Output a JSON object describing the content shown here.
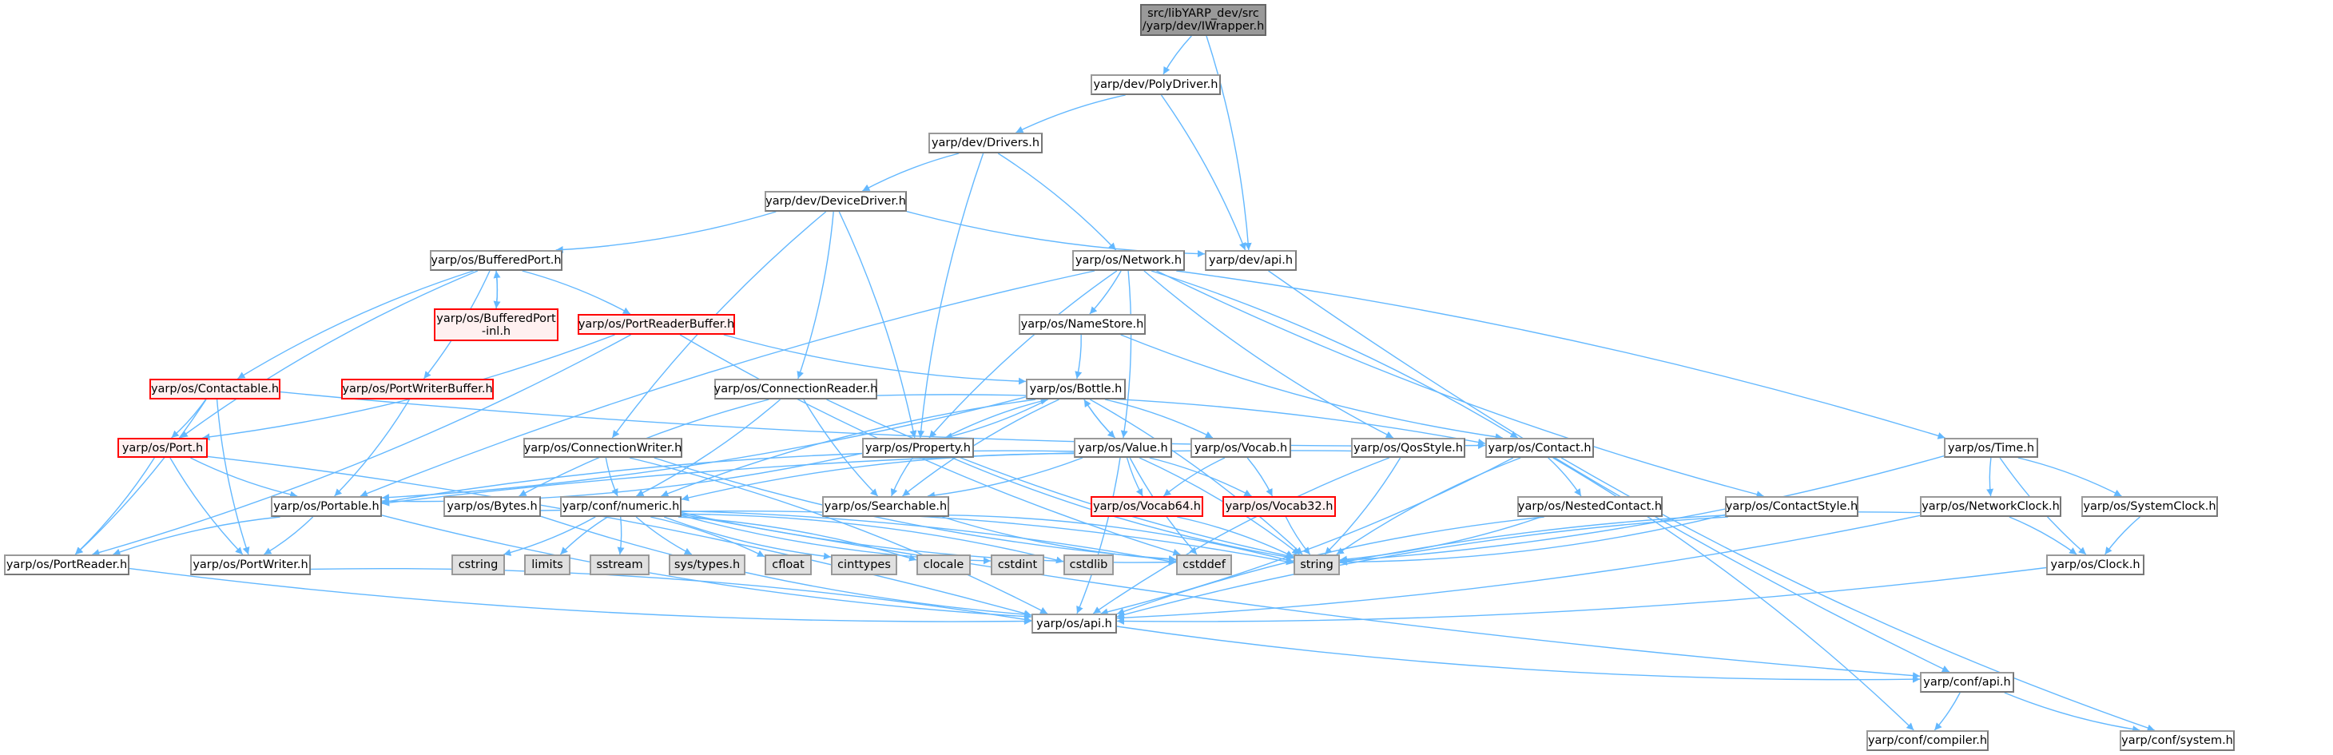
{
  "title": "Include dependency graph for IWrapper.h",
  "colors": {
    "edge": "#63b8ff",
    "root_fill": "#999999",
    "missing_border": "#ff0000",
    "missing_fill": "#fff0f0",
    "system_fill": "#e0e0e0",
    "node_border": "#999999"
  },
  "nodes": {
    "iwrapper": {
      "label": "src/libYARP_dev/src\n/yarp/dev/IWrapper.h",
      "kind": "root"
    },
    "polydriver": {
      "label": "yarp/dev/PolyDriver.h",
      "kind": "normal"
    },
    "drivers": {
      "label": "yarp/dev/Drivers.h",
      "kind": "normal"
    },
    "devicedriver": {
      "label": "yarp/dev/DeviceDriver.h",
      "kind": "normal"
    },
    "devapi": {
      "label": "yarp/dev/api.h",
      "kind": "normal"
    },
    "bufferedport": {
      "label": "yarp/os/BufferedPort.h",
      "kind": "normal"
    },
    "network": {
      "label": "yarp/os/Network.h",
      "kind": "normal"
    },
    "bufferedportinl": {
      "label": "yarp/os/BufferedPort\n-inl.h",
      "kind": "missing"
    },
    "portreaderbuffer": {
      "label": "yarp/os/PortReaderBuffer.h",
      "kind": "missing"
    },
    "namestore": {
      "label": "yarp/os/NameStore.h",
      "kind": "normal"
    },
    "contactable": {
      "label": "yarp/os/Contactable.h",
      "kind": "missing"
    },
    "portwriterbuffer": {
      "label": "yarp/os/PortWriterBuffer.h",
      "kind": "missing"
    },
    "connectionreader": {
      "label": "yarp/os/ConnectionReader.h",
      "kind": "normal"
    },
    "bottle": {
      "label": "yarp/os/Bottle.h",
      "kind": "normal"
    },
    "port": {
      "label": "yarp/os/Port.h",
      "kind": "missing"
    },
    "connectionwriter": {
      "label": "yarp/os/ConnectionWriter.h",
      "kind": "normal"
    },
    "property": {
      "label": "yarp/os/Property.h",
      "kind": "normal"
    },
    "value": {
      "label": "yarp/os/Value.h",
      "kind": "normal"
    },
    "vocab": {
      "label": "yarp/os/Vocab.h",
      "kind": "normal"
    },
    "qosstyle": {
      "label": "yarp/os/QosStyle.h",
      "kind": "normal"
    },
    "contact": {
      "label": "yarp/os/Contact.h",
      "kind": "normal"
    },
    "time": {
      "label": "yarp/os/Time.h",
      "kind": "normal"
    },
    "portable": {
      "label": "yarp/os/Portable.h",
      "kind": "normal"
    },
    "bytes": {
      "label": "yarp/os/Bytes.h",
      "kind": "normal"
    },
    "numeric": {
      "label": "yarp/conf/numeric.h",
      "kind": "normal"
    },
    "searchable": {
      "label": "yarp/os/Searchable.h",
      "kind": "normal"
    },
    "vocab64": {
      "label": "yarp/os/Vocab64.h",
      "kind": "missing"
    },
    "vocab32": {
      "label": "yarp/os/Vocab32.h",
      "kind": "missing"
    },
    "nestedcontact": {
      "label": "yarp/os/NestedContact.h",
      "kind": "normal"
    },
    "contactstyle": {
      "label": "yarp/os/ContactStyle.h",
      "kind": "normal"
    },
    "networkclock": {
      "label": "yarp/os/NetworkClock.h",
      "kind": "normal"
    },
    "systemclock": {
      "label": "yarp/os/SystemClock.h",
      "kind": "normal"
    },
    "portreader": {
      "label": "yarp/os/PortReader.h",
      "kind": "normal"
    },
    "portwriter": {
      "label": "yarp/os/PortWriter.h",
      "kind": "normal"
    },
    "cstring": {
      "label": "cstring",
      "kind": "system"
    },
    "limits": {
      "label": "limits",
      "kind": "system"
    },
    "sstream": {
      "label": "sstream",
      "kind": "system"
    },
    "systypes": {
      "label": "sys/types.h",
      "kind": "system"
    },
    "cfloat": {
      "label": "cfloat",
      "kind": "system"
    },
    "cinttypes": {
      "label": "cinttypes",
      "kind": "system"
    },
    "clocale": {
      "label": "clocale",
      "kind": "system"
    },
    "cstdint": {
      "label": "cstdint",
      "kind": "system"
    },
    "cstdlib": {
      "label": "cstdlib",
      "kind": "system"
    },
    "cstddef": {
      "label": "cstddef",
      "kind": "system"
    },
    "string": {
      "label": "string",
      "kind": "system"
    },
    "clock": {
      "label": "yarp/os/Clock.h",
      "kind": "normal"
    },
    "osapi": {
      "label": "yarp/os/api.h",
      "kind": "normal"
    },
    "confapi": {
      "label": "yarp/conf/api.h",
      "kind": "normal"
    },
    "compiler": {
      "label": "yarp/conf/compiler.h",
      "kind": "normal"
    },
    "system": {
      "label": "yarp/conf/system.h",
      "kind": "normal"
    }
  },
  "edges": [
    [
      "iwrapper",
      "polydriver"
    ],
    [
      "iwrapper",
      "devapi"
    ],
    [
      "polydriver",
      "drivers"
    ],
    [
      "polydriver",
      "devapi"
    ],
    [
      "drivers",
      "devicedriver"
    ],
    [
      "drivers",
      "network"
    ],
    [
      "drivers",
      "property"
    ],
    [
      "devicedriver",
      "bufferedport"
    ],
    [
      "devicedriver",
      "devapi"
    ],
    [
      "devicedriver",
      "connectionreader"
    ],
    [
      "devicedriver",
      "connectionwriter"
    ],
    [
      "devicedriver",
      "property"
    ],
    [
      "devapi",
      "confapi"
    ],
    [
      "bufferedport",
      "bufferedportinl"
    ],
    [
      "bufferedportinl",
      "bufferedport"
    ],
    [
      "bufferedport",
      "portreaderbuffer"
    ],
    [
      "bufferedport",
      "contactable"
    ],
    [
      "bufferedport",
      "portwriterbuffer"
    ],
    [
      "bufferedport",
      "port"
    ],
    [
      "portreaderbuffer",
      "port"
    ],
    [
      "portreaderbuffer",
      "bottle"
    ],
    [
      "portreaderbuffer",
      "portreader"
    ],
    [
      "portreaderbuffer",
      "cstddef"
    ],
    [
      "network",
      "namestore"
    ],
    [
      "network",
      "property"
    ],
    [
      "network",
      "value"
    ],
    [
      "network",
      "qosstyle"
    ],
    [
      "network",
      "contact"
    ],
    [
      "network",
      "contactstyle"
    ],
    [
      "network",
      "time"
    ],
    [
      "network",
      "portable"
    ],
    [
      "namestore",
      "bottle"
    ],
    [
      "namestore",
      "contact"
    ],
    [
      "contactable",
      "port"
    ],
    [
      "contactable",
      "contact"
    ],
    [
      "contactable",
      "portreader"
    ],
    [
      "contactable",
      "portwriter"
    ],
    [
      "portwriterbuffer",
      "portable"
    ],
    [
      "connectionreader",
      "bytes"
    ],
    [
      "connectionreader",
      "numeric"
    ],
    [
      "connectionreader",
      "searchable"
    ],
    [
      "connectionreader",
      "contact"
    ],
    [
      "connectionreader",
      "string"
    ],
    [
      "bottle",
      "property"
    ],
    [
      "bottle",
      "value"
    ],
    [
      "bottle",
      "vocab"
    ],
    [
      "bottle",
      "searchable"
    ],
    [
      "bottle",
      "portable"
    ],
    [
      "bottle",
      "numeric"
    ],
    [
      "bottle",
      "string"
    ],
    [
      "port",
      "portable"
    ],
    [
      "port",
      "portreader"
    ],
    [
      "port",
      "portwriter"
    ],
    [
      "port",
      "osapi"
    ],
    [
      "connectionwriter",
      "numeric"
    ],
    [
      "connectionwriter",
      "osapi"
    ],
    [
      "connectionwriter",
      "cstddef"
    ],
    [
      "property",
      "bottle"
    ],
    [
      "property",
      "searchable"
    ],
    [
      "property",
      "portable"
    ],
    [
      "property",
      "string"
    ],
    [
      "value",
      "bottle"
    ],
    [
      "value",
      "portable"
    ],
    [
      "value",
      "searchable"
    ],
    [
      "value",
      "vocab64"
    ],
    [
      "value",
      "vocab32"
    ],
    [
      "value",
      "numeric"
    ],
    [
      "value",
      "string"
    ],
    [
      "value",
      "cstddef"
    ],
    [
      "value",
      "osapi"
    ],
    [
      "vocab",
      "vocab64"
    ],
    [
      "vocab",
      "vocab32"
    ],
    [
      "qosstyle",
      "portable"
    ],
    [
      "qosstyle",
      "string"
    ],
    [
      "qosstyle",
      "osapi"
    ],
    [
      "contact",
      "nestedcontact"
    ],
    [
      "contact",
      "string"
    ],
    [
      "contact",
      "compiler"
    ],
    [
      "contact",
      "system"
    ],
    [
      "contact",
      "osapi"
    ],
    [
      "time",
      "networkclock"
    ],
    [
      "time",
      "systemclock"
    ],
    [
      "time",
      "clock"
    ],
    [
      "time",
      "string"
    ],
    [
      "portable",
      "portreader"
    ],
    [
      "portable",
      "portwriter"
    ],
    [
      "portable",
      "osapi"
    ],
    [
      "bytes",
      "cstddef"
    ],
    [
      "bytes",
      "osapi"
    ],
    [
      "numeric",
      "cstring"
    ],
    [
      "numeric",
      "limits"
    ],
    [
      "numeric",
      "sstream"
    ],
    [
      "numeric",
      "systypes"
    ],
    [
      "numeric",
      "cfloat"
    ],
    [
      "numeric",
      "cinttypes"
    ],
    [
      "numeric",
      "clocale"
    ],
    [
      "numeric",
      "cstdint"
    ],
    [
      "numeric",
      "cstdlib"
    ],
    [
      "numeric",
      "cstddef"
    ],
    [
      "numeric",
      "string"
    ],
    [
      "numeric",
      "confapi"
    ],
    [
      "searchable",
      "string"
    ],
    [
      "searchable",
      "cstddef"
    ],
    [
      "vocab64",
      "string"
    ],
    [
      "vocab32",
      "string"
    ],
    [
      "nestedcontact",
      "string"
    ],
    [
      "nestedcontact",
      "osapi"
    ],
    [
      "contactstyle",
      "string"
    ],
    [
      "contactstyle",
      "osapi"
    ],
    [
      "networkclock",
      "clock"
    ],
    [
      "networkclock",
      "string"
    ],
    [
      "networkclock",
      "osapi"
    ],
    [
      "systemclock",
      "clock"
    ],
    [
      "clock",
      "osapi"
    ],
    [
      "portreader",
      "osapi"
    ],
    [
      "portwriter",
      "osapi"
    ],
    [
      "osapi",
      "confapi"
    ],
    [
      "confapi",
      "compiler"
    ],
    [
      "confapi",
      "system"
    ]
  ]
}
